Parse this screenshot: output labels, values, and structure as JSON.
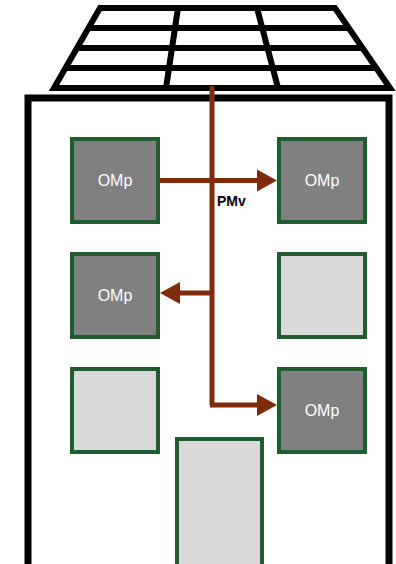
{
  "diagram": {
    "nodes": [
      {
        "text": [
          "OMp"
        ]
      },
      {
        "text": [
          "OMp"
        ]
      },
      {
        "text": [
          "OMp"
        ]
      },
      {
        "text": [
          "OMp"
        ]
      }
    ],
    "edges": [
      {
        "from": 0,
        "to": 1,
        "arrow": "to",
        "label": "PMv"
      }
    ]
  }
}
